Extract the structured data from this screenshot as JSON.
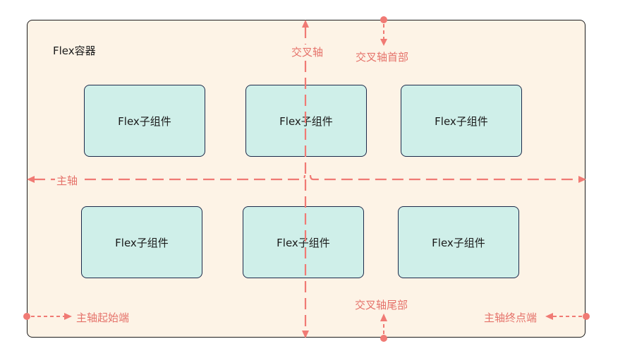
{
  "container": {
    "label": "Flex容器"
  },
  "items": [
    "Flex子组件",
    "Flex子组件",
    "Flex子组件",
    "Flex子组件",
    "Flex子组件",
    "Flex子组件"
  ],
  "axes": {
    "cross_axis": "交叉轴",
    "main_axis": "主轴",
    "cross_start": "交叉轴首部",
    "cross_end": "交叉轴尾部",
    "main_start": "主轴起始端",
    "main_end": "主轴终点端"
  },
  "colors": {
    "container_fill": "#fdf3e6",
    "item_fill": "#cfefe9",
    "axis_color": "#f07a74"
  }
}
